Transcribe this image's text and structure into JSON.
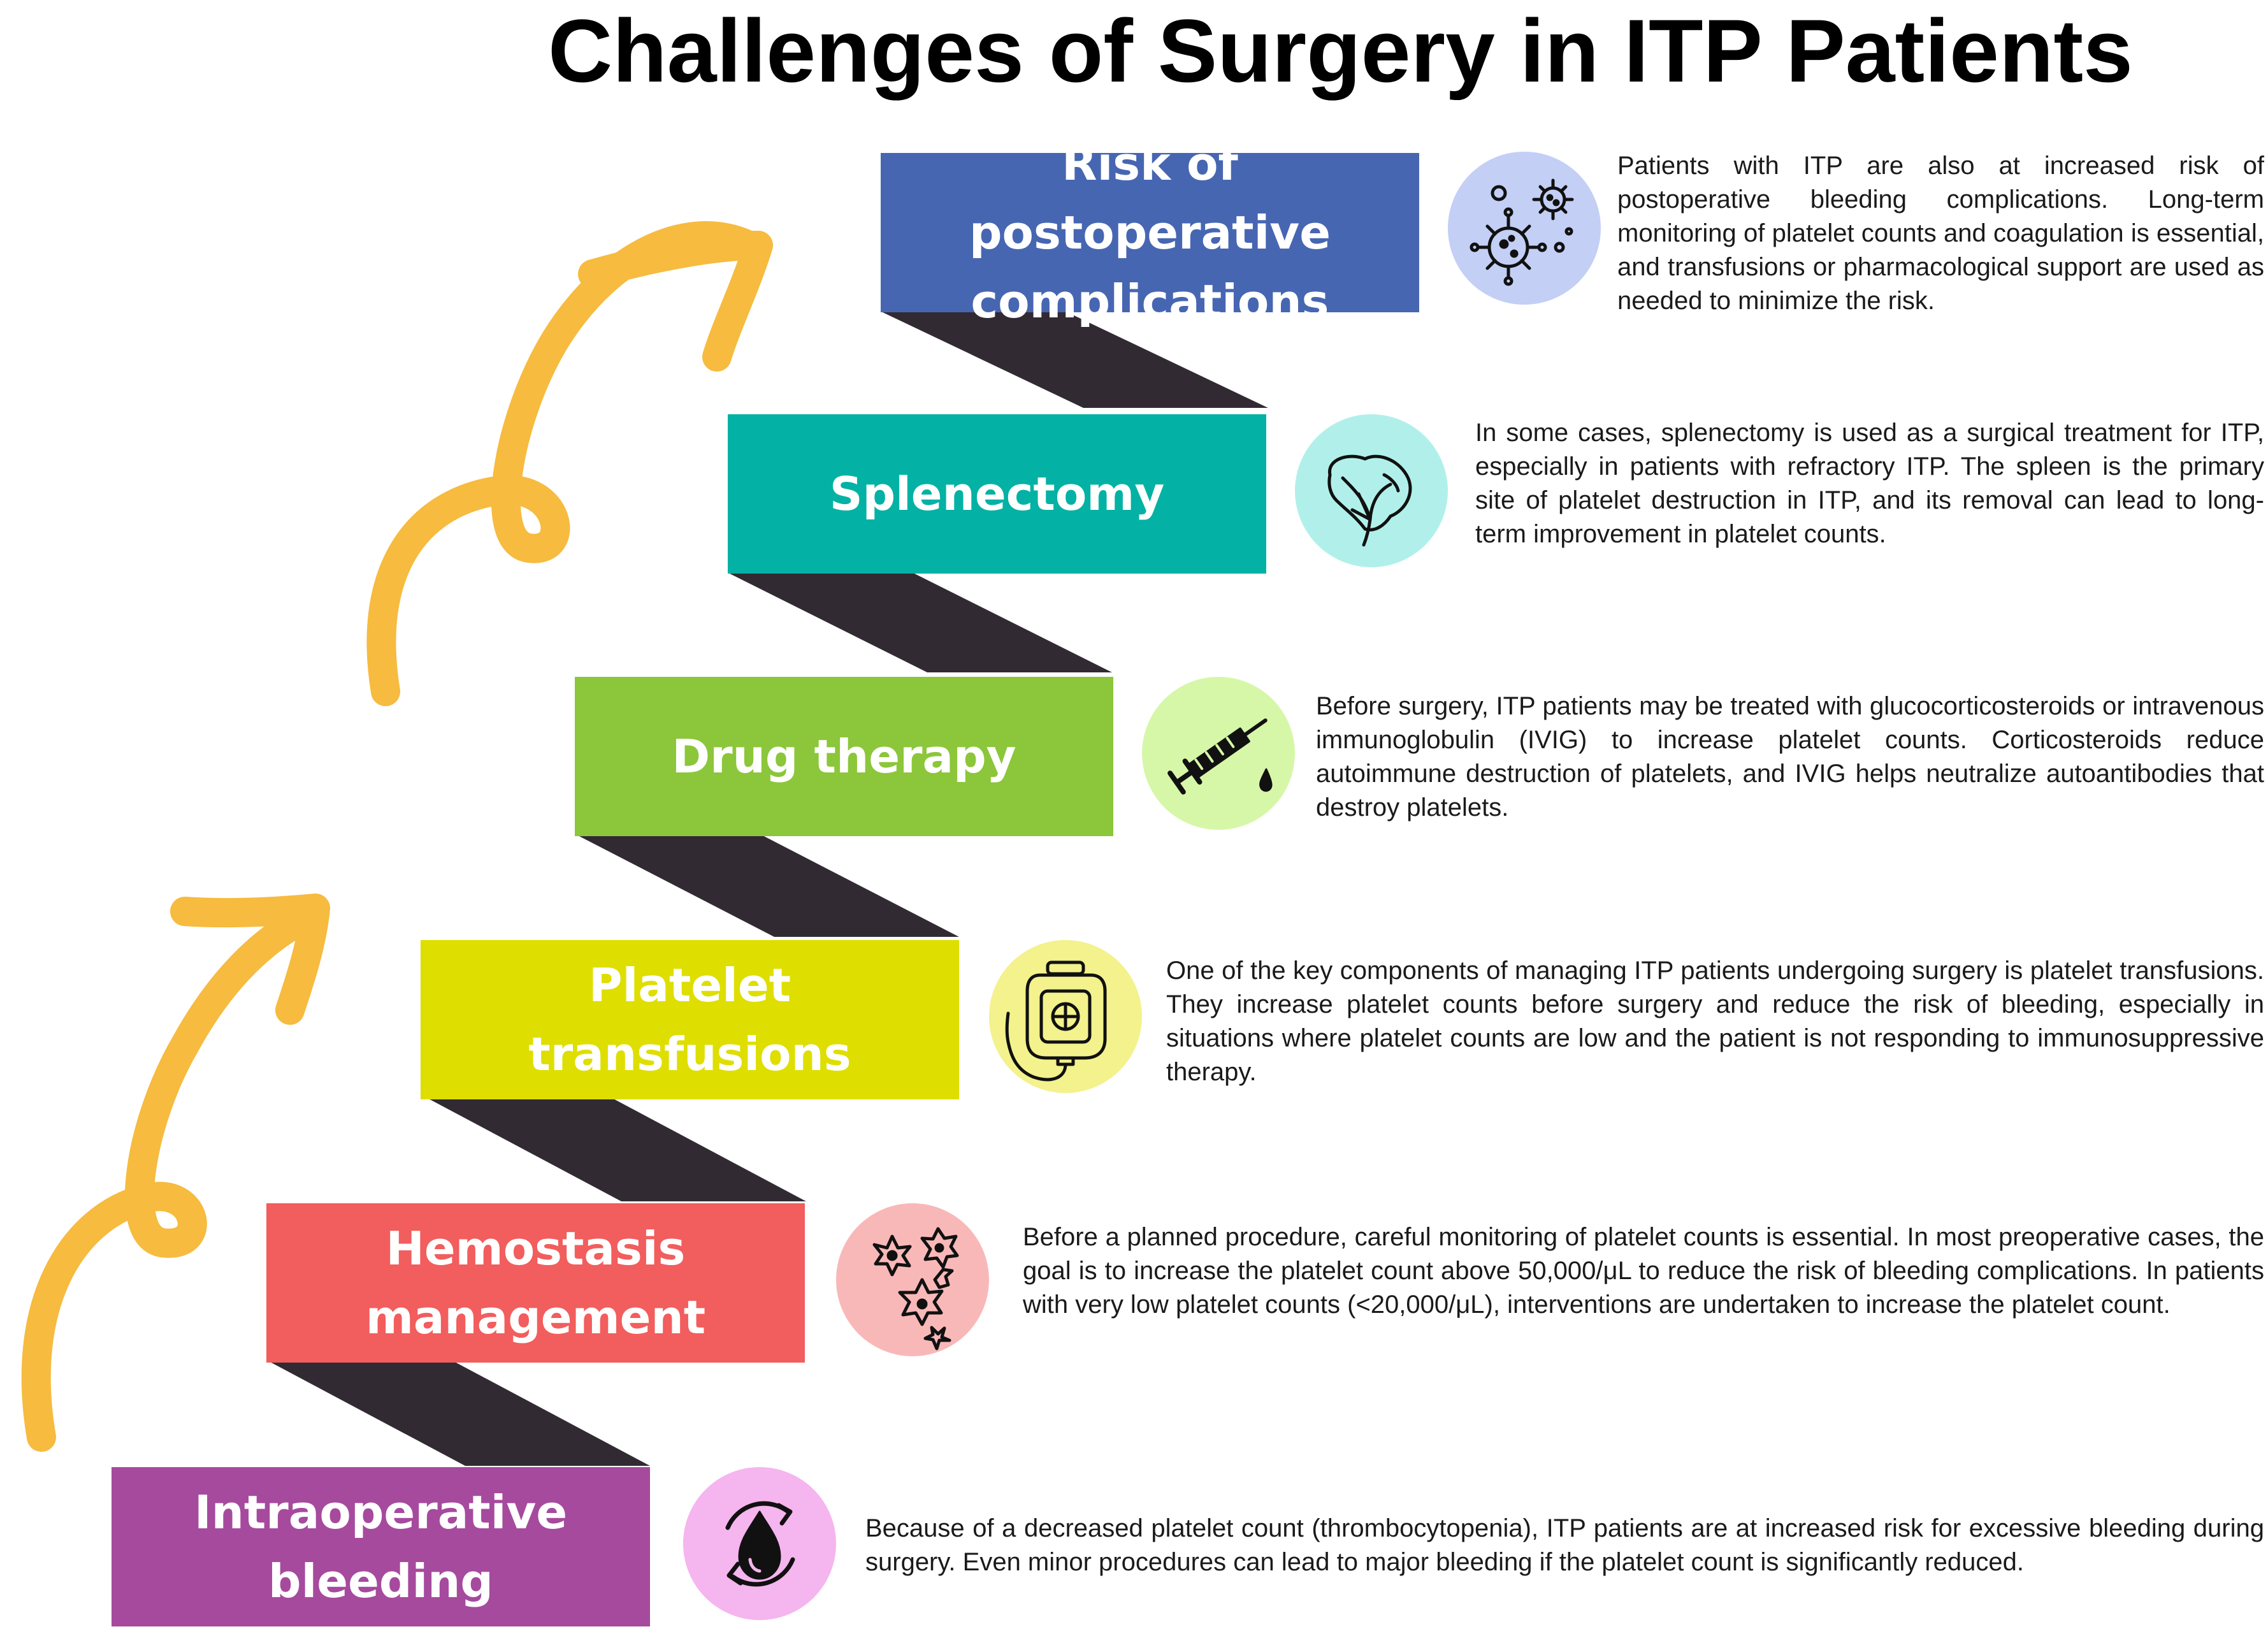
{
  "title": "Challenges of Surgery in ITP Patients",
  "colors": {
    "stair_riser": "#322a33",
    "arrow": "#f6bb3f"
  },
  "steps": [
    {
      "label": "Risk of postoperative complications",
      "color": "#4766b2",
      "icon": "virus-cells-icon",
      "icon_bg": "#c3cff5",
      "text": "Patients with ITP are also at increased risk of postoperative bleeding complications. Long-term monitoring of platelet counts and coagulation is essential, and transfusions or pharmacological support are used as needed to minimize the risk."
    },
    {
      "label": "Splenectomy",
      "color": "#03b2a4",
      "icon": "spleen-icon",
      "icon_bg": "#b1f0ea",
      "text": "In some cases, splenectomy is used as a surgical treatment for ITP, especially in patients with refractory ITP. The spleen is the primary site of platelet destruction in ITP, and its removal can lead to long-term improvement in platelet counts."
    },
    {
      "label": "Drug therapy",
      "color": "#8cc63a",
      "icon": "syringe-icon",
      "icon_bg": "#d6f7a8",
      "text": "Before surgery, ITP patients may be treated with glucocorticosteroids or intravenous immunoglobulin (IVIG) to increase platelet counts. Corticosteroids reduce autoimmune destruction of platelets, and IVIG helps neutralize autoantibodies that destroy platelets."
    },
    {
      "label": "Platelet transfusions",
      "color": "#dede00",
      "icon": "blood-bag-icon",
      "icon_bg": "#f3f28c",
      "text": "One of the key components of managing ITP patients undergoing surgery is platelet transfusions. They increase platelet counts before surgery and reduce the risk of bleeding, especially in situations where platelet counts are low and the patient is not responding to immunosuppressive therapy."
    },
    {
      "label": "Hemostasis management",
      "color": "#f25d5d",
      "icon": "platelets-icon",
      "icon_bg": "#f9b8b8",
      "text": "Before a planned procedure, careful monitoring of platelet counts is essential. In most preoperative cases, the goal is to increase the platelet count above 50,000/μL to reduce the risk of bleeding complications. In patients with very low platelet counts (<20,000/μL), interventions are undertaken to increase the platelet count."
    },
    {
      "label": "Intraoperative bleeding",
      "color": "#a64a9e",
      "icon": "blood-drop-cycle-icon",
      "icon_bg": "#f5b5ee",
      "text": "Because of a decreased platelet count (thrombocytopenia), ITP patients are at increased risk for excessive bleeding during surgery. Even minor procedures can lead to major bleeding if the platelet count is significantly reduced."
    }
  ]
}
